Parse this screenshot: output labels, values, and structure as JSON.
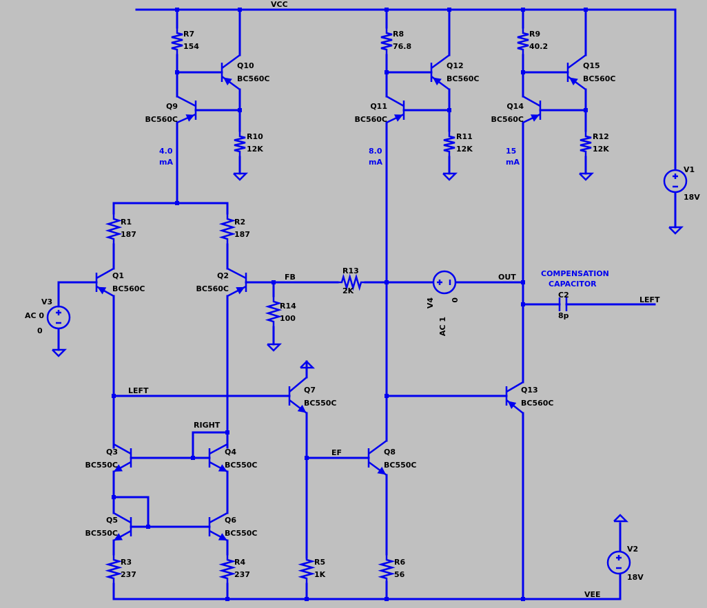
{
  "nets": {
    "vcc": "VCC",
    "vee": "VEE",
    "fb": "FB",
    "out": "OUT",
    "left": "LEFT",
    "right": "RIGHT",
    "ef": "EF"
  },
  "annotations": {
    "i_q9": [
      "4.0",
      "mA"
    ],
    "i_q11": [
      "8.0",
      "mA"
    ],
    "i_q14": [
      "15",
      "mA"
    ],
    "compensation": [
      "COMPENSATION",
      "CAPACITOR"
    ]
  },
  "transistors": [
    {
      "ref": "Q1",
      "model": "BC560C"
    },
    {
      "ref": "Q2",
      "model": "BC560C"
    },
    {
      "ref": "Q3",
      "model": "BC550C"
    },
    {
      "ref": "Q4",
      "model": "BC550C"
    },
    {
      "ref": "Q5",
      "model": "BC550C"
    },
    {
      "ref": "Q6",
      "model": "BC550C"
    },
    {
      "ref": "Q7",
      "model": "BC550C"
    },
    {
      "ref": "Q8",
      "model": "BC550C"
    },
    {
      "ref": "Q9",
      "model": "BC560C"
    },
    {
      "ref": "Q10",
      "model": "BC560C"
    },
    {
      "ref": "Q11",
      "model": "BC560C"
    },
    {
      "ref": "Q12",
      "model": "BC560C"
    },
    {
      "ref": "Q13",
      "model": "BC560C"
    },
    {
      "ref": "Q14",
      "model": "BC560C"
    },
    {
      "ref": "Q15",
      "model": "BC560C"
    }
  ],
  "resistors": [
    {
      "ref": "R1",
      "value": "187"
    },
    {
      "ref": "R2",
      "value": "187"
    },
    {
      "ref": "R3",
      "value": "237"
    },
    {
      "ref": "R4",
      "value": "237"
    },
    {
      "ref": "R5",
      "value": "1K"
    },
    {
      "ref": "R6",
      "value": "56"
    },
    {
      "ref": "R7",
      "value": "154"
    },
    {
      "ref": "R8",
      "value": "76.8"
    },
    {
      "ref": "R9",
      "value": "40.2"
    },
    {
      "ref": "R10",
      "value": "12K"
    },
    {
      "ref": "R11",
      "value": "12K"
    },
    {
      "ref": "R12",
      "value": "12K"
    },
    {
      "ref": "R13",
      "value": "2K"
    },
    {
      "ref": "R14",
      "value": "100"
    }
  ],
  "capacitors": [
    {
      "ref": "C2",
      "value": "8p"
    }
  ],
  "sources": [
    {
      "ref": "V1",
      "value": "18V"
    },
    {
      "ref": "V2",
      "value": "18V"
    },
    {
      "ref": "V3",
      "value": "AC 0",
      "value2": "0"
    },
    {
      "ref": "V4",
      "value": "AC 1",
      "value2": "0"
    }
  ]
}
